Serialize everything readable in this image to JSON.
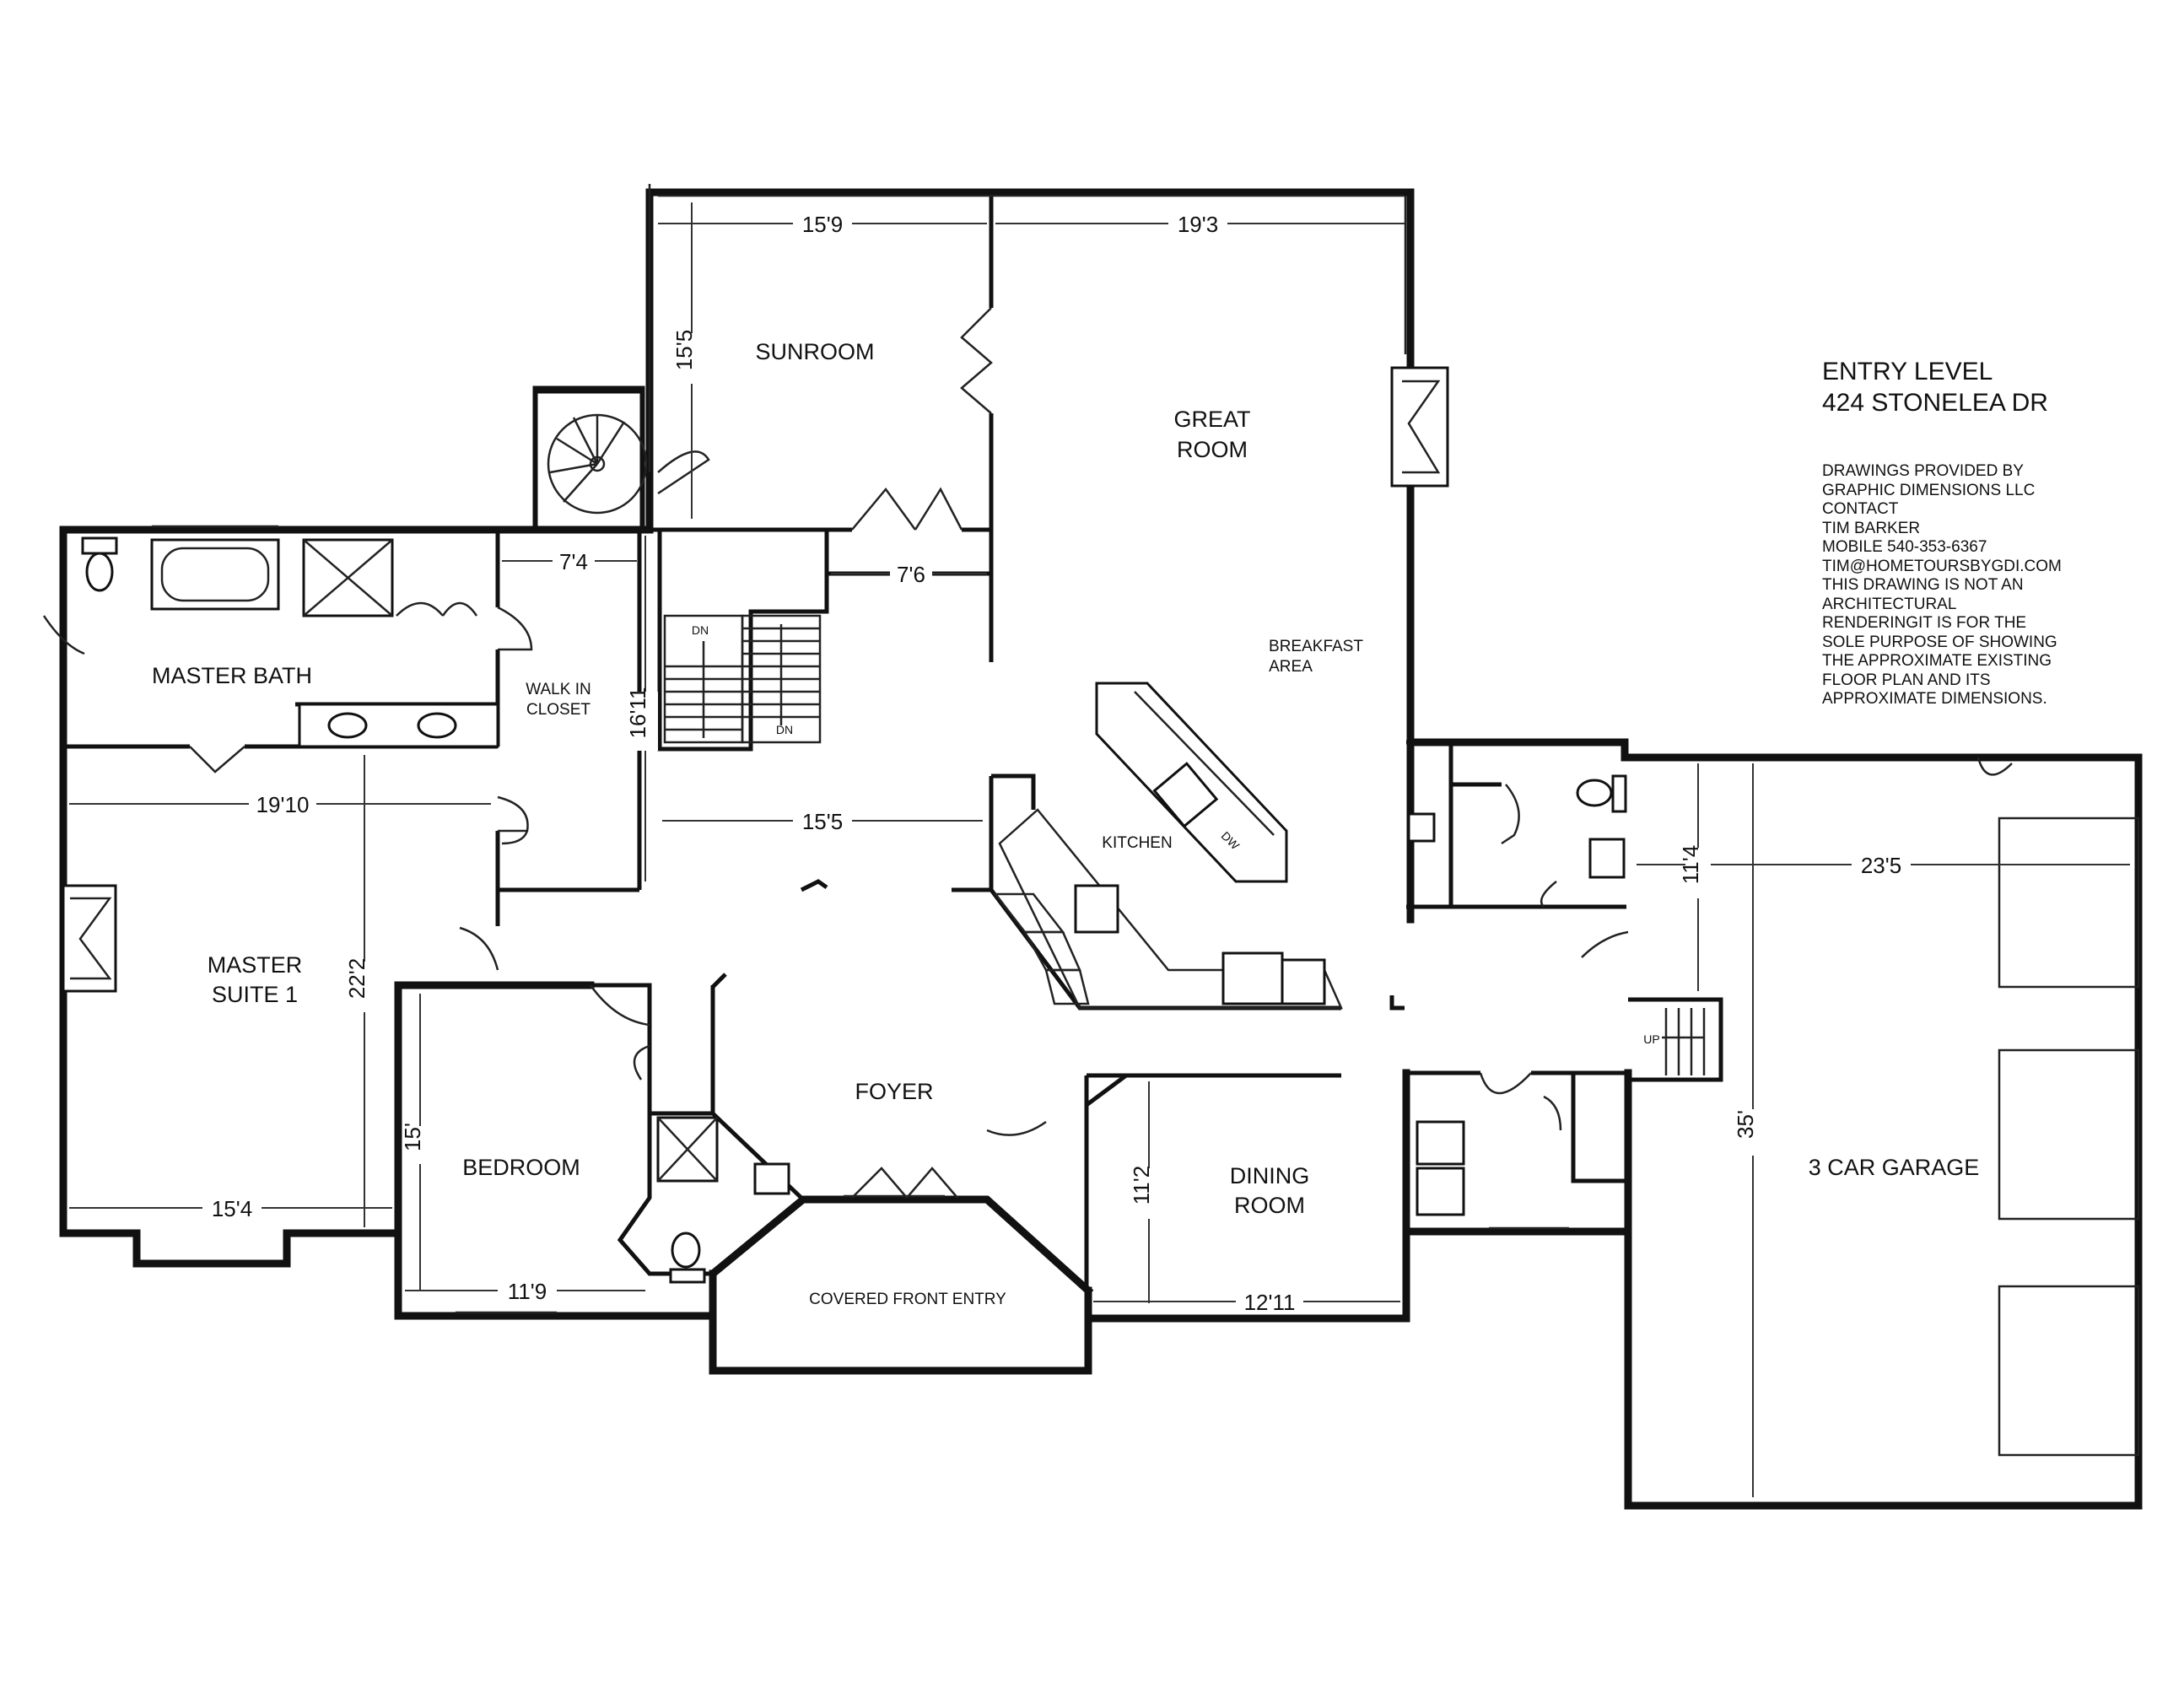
{
  "title": {
    "line1": "ENTRY LEVEL",
    "line2": "424 STONELEA DR"
  },
  "notes": [
    "DRAWINGS PROVIDED BY",
    "GRAPHIC DIMENSIONS LLC",
    "CONTACT",
    "TIM BARKER",
    "MOBILE 540-353-6367",
    "TIM@HOMETOURSBYGDI.COM",
    "THIS DRAWING IS NOT AN",
    "ARCHITECTURAL",
    "RENDERINGIT IS FOR THE",
    "SOLE PURPOSE OF SHOWING",
    "THE APPROXIMATE EXISTING",
    "FLOOR PLAN AND ITS",
    "APPROXIMATE DIMENSIONS."
  ],
  "rooms": {
    "sunroom": "SUNROOM",
    "great_room_1": "GREAT",
    "great_room_2": "ROOM",
    "breakfast_1": "BREAKFAST",
    "breakfast_2": "AREA",
    "master_bath": "MASTER BATH",
    "walk_in_1": "WALK IN",
    "walk_in_2": "CLOSET",
    "kitchen": "KITCHEN",
    "master_suite_1": "MASTER",
    "master_suite_2": "SUITE 1",
    "foyer": "FOYER",
    "bedroom": "BEDROOM",
    "dining_1": "DINING",
    "dining_2": "ROOM",
    "garage": "3 CAR GARAGE",
    "covered_entry": "COVERED FRONT ENTRY"
  },
  "dimensions": {
    "sunroom_w": "15'9",
    "sunroom_h": "15'5",
    "great_w": "19'3",
    "walkin_w": "7'4",
    "hall_w": "7'6",
    "stair_h": "16'11",
    "suite_w": "19'10",
    "suite_h": "22'2",
    "suite_bottom": "15'4",
    "foyer_w": "15'5",
    "bedroom_h": "15'",
    "bedroom_w": "11'9",
    "dining_h": "11'2",
    "dining_w": "12'11",
    "garage_top": "11'4",
    "garage_w": "23'5",
    "garage_h": "35'"
  },
  "fixtures": {
    "stair_dn_1": "DN",
    "stair_dn_2": "DN",
    "stair_up": "UP",
    "dishwasher": "DW"
  }
}
